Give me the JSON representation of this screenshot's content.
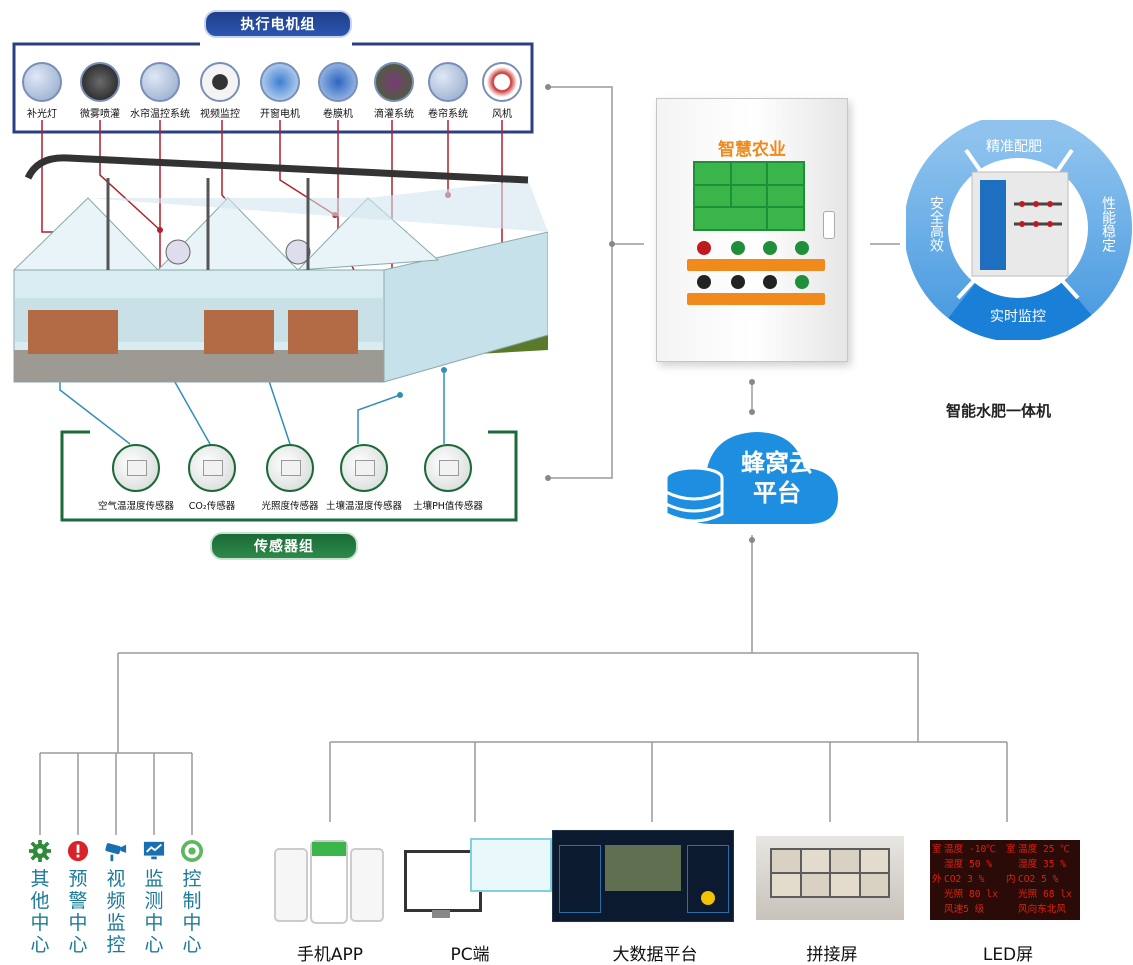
{
  "actuator_group": {
    "title": "执行电机组",
    "items": [
      {
        "label": "补光灯",
        "icon": "grow-light-icon"
      },
      {
        "label": "微雾喷灌",
        "icon": "mist-spray-icon"
      },
      {
        "label": "水帘温控系统",
        "icon": "water-curtain-icon"
      },
      {
        "label": "视频监控",
        "icon": "camera-icon"
      },
      {
        "label": "开窗电机",
        "icon": "window-motor-icon"
      },
      {
        "label": "卷膜机",
        "icon": "film-roller-icon"
      },
      {
        "label": "滴灌系统",
        "icon": "drip-irrigation-icon"
      },
      {
        "label": "卷帘系统",
        "icon": "shade-curtain-icon"
      },
      {
        "label": "风机",
        "icon": "fan-icon"
      }
    ]
  },
  "sensor_group": {
    "title": "传感器组",
    "items": [
      {
        "label": "空气温湿度传感器"
      },
      {
        "label": "CO₂传感器"
      },
      {
        "label": "光照度传感器"
      },
      {
        "label": "土壤温湿度传感器"
      },
      {
        "label": "土壤PH值传感器"
      }
    ]
  },
  "cabinet": {
    "title": "智慧农业"
  },
  "cloud": {
    "line1": "蜂窝云",
    "line2": "平台"
  },
  "fertigation": {
    "ring": [
      "精准配肥",
      "性能稳定",
      "实时监控",
      "安全高效"
    ],
    "caption": "智能水肥一体机"
  },
  "centers": [
    {
      "text": "其他中心",
      "icon": "gear-icon",
      "color": "#2e8b3a"
    },
    {
      "text": "预警中心",
      "icon": "alert-icon",
      "color": "#d9232a"
    },
    {
      "text": "视频监控",
      "icon": "camera-icon",
      "color": "#1a6fb0"
    },
    {
      "text": "监测中心",
      "icon": "monitor-icon",
      "color": "#1a6fb0"
    },
    {
      "text": "控制中心",
      "icon": "control-ring-icon",
      "color": "#5cb85c"
    }
  ],
  "outputs": [
    {
      "label": "手机APP"
    },
    {
      "label": "PC端"
    },
    {
      "label": "大数据平台"
    },
    {
      "label": "拼接屏"
    },
    {
      "label": "LED屏"
    }
  ],
  "led": {
    "rows": [
      [
        "室",
        "温度 -10℃",
        "室",
        "温度 25 ℃"
      ],
      [
        "",
        "湿度 50 %",
        "",
        "湿度 35 %"
      ],
      [
        "外",
        "CO2 3 %",
        "内",
        "CO2 5 %"
      ],
      [
        "",
        "光照 80 lx",
        "",
        "光照 68 lx"
      ],
      [
        "",
        "风速5 级",
        "",
        "风向东北风"
      ]
    ]
  }
}
